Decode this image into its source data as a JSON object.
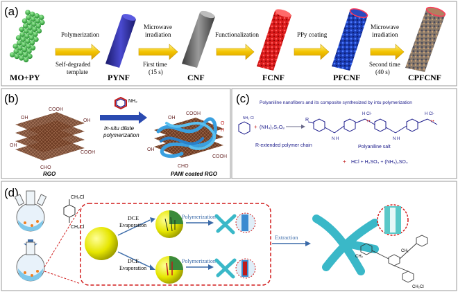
{
  "panel_a": {
    "label": "(a)",
    "arrows": [
      {
        "top": "Polymerization",
        "bottom": "Self-degraded template",
        "bottom2": "template"
      },
      {
        "top": "Microwave",
        "top2": "irradiation",
        "bottom": "First time",
        "bottom2": "(15 s)"
      },
      {
        "top": "Functionalization"
      },
      {
        "top": "PPy coating"
      },
      {
        "top": "Microwave",
        "top2": "irradiation",
        "bottom": "Second time",
        "bottom2": "(40 s)"
      }
    ],
    "stages": [
      "MO+PY",
      "PYNF",
      "CNF",
      "FCNF",
      "PFCNF",
      "CPFCNF"
    ]
  },
  "panel_b": {
    "label": "(b)",
    "arrow_label_1": "In-situ dilute",
    "arrow_label_2": "polymerization",
    "amine": "NH₂",
    "left_caption": "RGO",
    "right_caption": "PANI coated RGO",
    "groups_left": [
      "COOH",
      "OH",
      "OH",
      "OH",
      "COOH",
      "CHO"
    ],
    "groups_right": [
      "COOH",
      "OH",
      "O",
      "H",
      "OH",
      "COOH",
      "CHO"
    ]
  },
  "panel_c": {
    "label": "(c)",
    "title": "Polyaniline nanofibers and its composite synthesized by intu polymerization",
    "reagent": "(NH₄)₂S₂O₈",
    "chain_label": "R-extended polymer chain",
    "salt_label": "Polyaniline salt",
    "byproducts": "HCl + H₂SO₄ + (NH₄)₂SO₄",
    "hcl_1": "H Cl-",
    "hcl_2": "H Cl-",
    "r": "R",
    "nh2cl": "NH₂·Cl"
  },
  "panel_d": {
    "label": "(d)",
    "dce_1": "DCE",
    "evap_1": "Evaporation",
    "dce_2": "DCE",
    "evap_2": "Evaporation",
    "poly_1": "Polymerization",
    "poly_2": "Polymerization",
    "extraction": "Extraction",
    "ch2cl_top": "CH₂Cl",
    "ch2cl_bottom": "CH₂Cl",
    "ch2_1": "CH₂",
    "ch2_2": "CH₂",
    "ch2cl_end": "CH₂Cl"
  }
}
